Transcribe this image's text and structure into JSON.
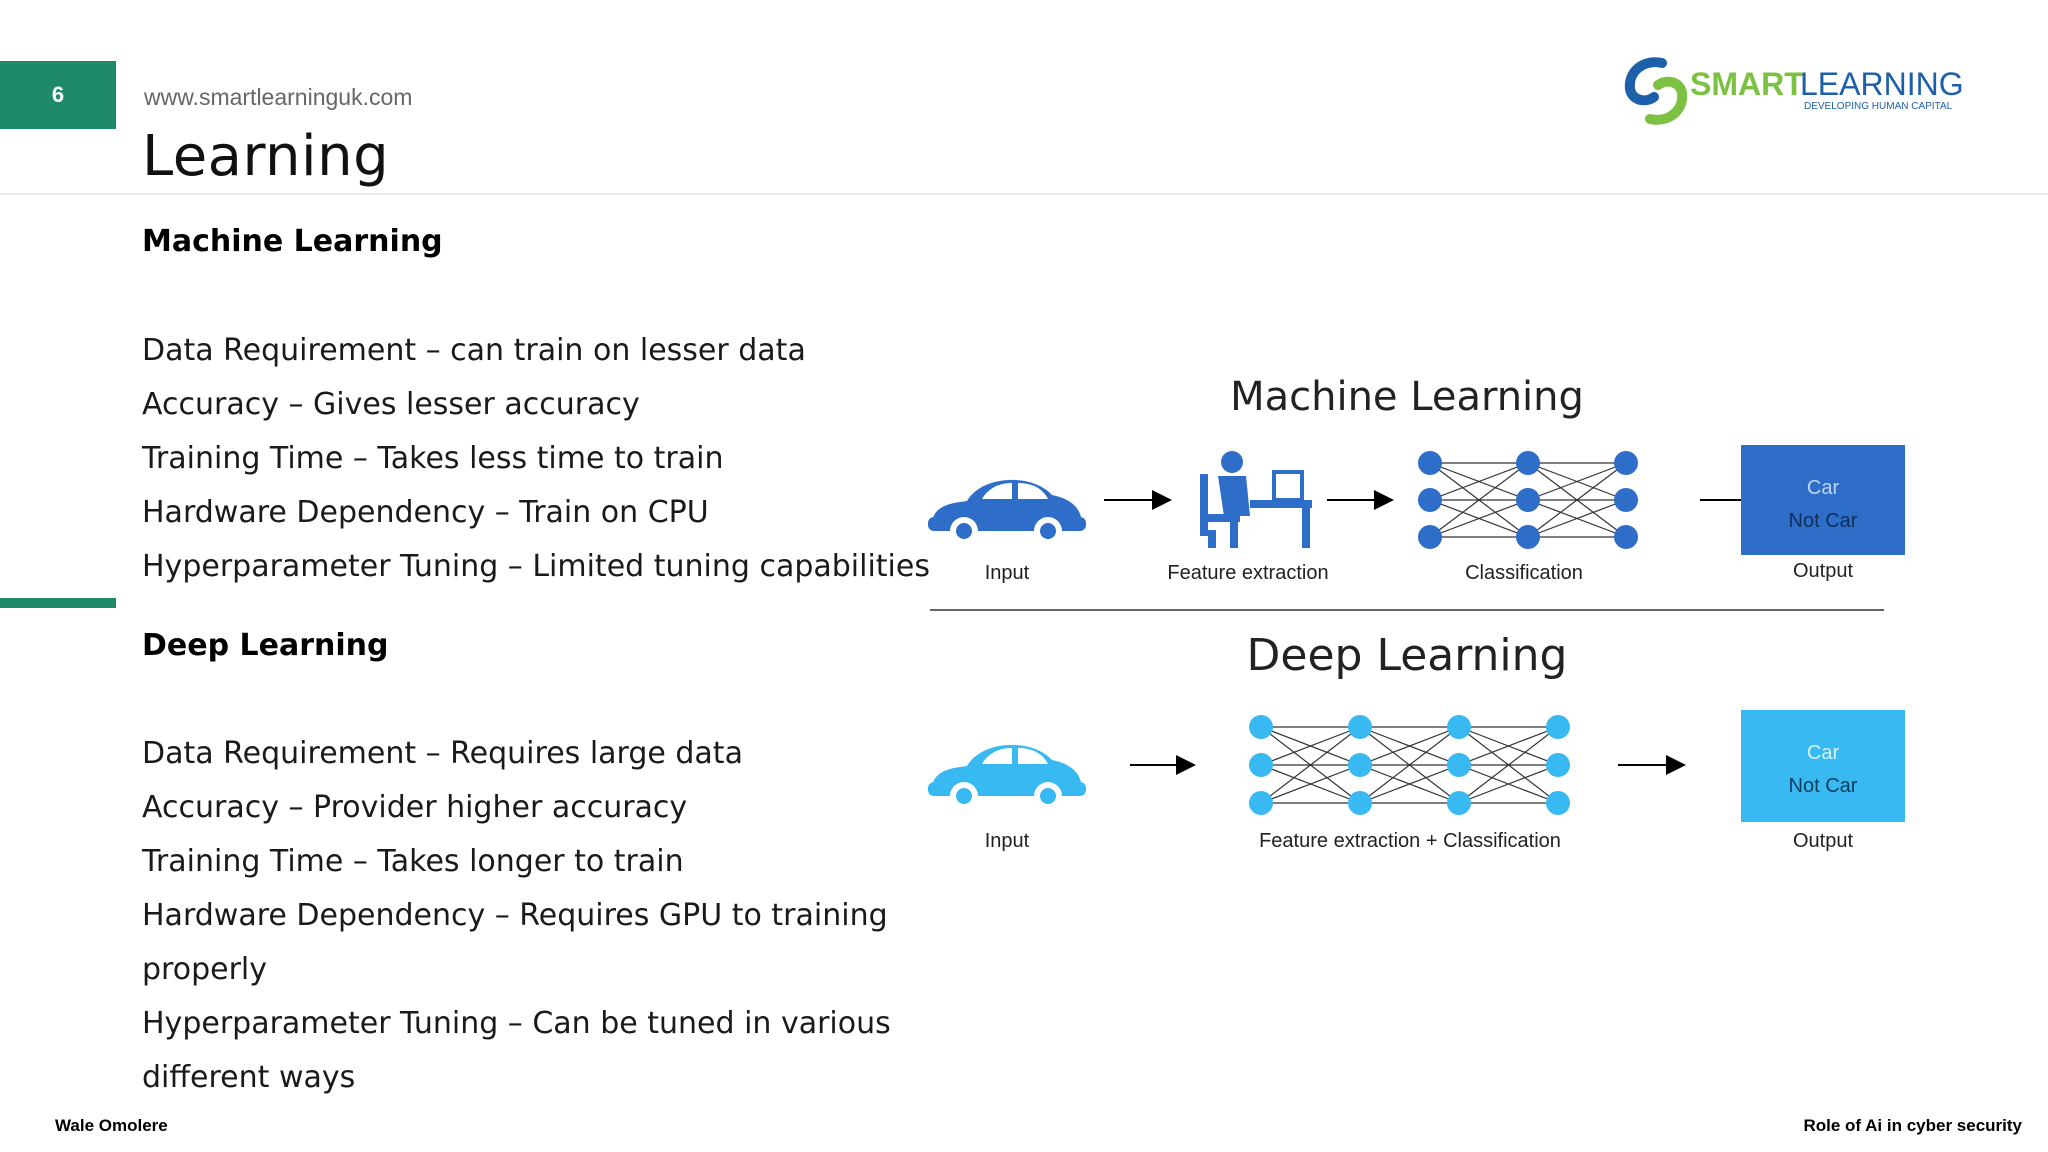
{
  "slide": {
    "number": "6",
    "website": "www.smartlearninguk.com",
    "title": "Learning"
  },
  "logo": {
    "brand_part1": "SMART",
    "brand_part2": "LEARNING",
    "tagline": "DEVELOPING HUMAN CAPITAL",
    "colors": {
      "green": "#7cc142",
      "blue": "#1d5fa8"
    }
  },
  "machine_learning": {
    "heading": "Machine Learning",
    "items": [
      "Data Requirement – can train on lesser data",
      "Accuracy – Gives lesser accuracy",
      "Training Time –  Takes less time to train",
      "Hardware Dependency – Train on CPU",
      "Hyperparameter Tuning – Limited tuning capabilities"
    ]
  },
  "deep_learning": {
    "heading": "Deep Learning",
    "items": [
      "Data Requirement – Requires large data",
      "Accuracy – Provider higher accuracy",
      "Training Time –  Takes longer to train",
      "Hardware Dependency – Requires GPU to training",
      "properly",
      "Hyperparameter Tuning – Can be tuned in various",
      "different ways"
    ]
  },
  "diagram": {
    "ml": {
      "title": "Machine Learning",
      "input_label": "Input",
      "feature_label": "Feature extraction",
      "classification_label": "Classification",
      "output_label": "Output",
      "output_lines": [
        "Car",
        "Not Car"
      ],
      "color": "#2f6ec8"
    },
    "dl": {
      "title": "Deep Learning",
      "input_label": "Input",
      "combined_label": "Feature extraction + Classification",
      "output_label": "Output",
      "output_lines": [
        "Car",
        "Not Car"
      ],
      "color": "#39b9f2"
    }
  },
  "footer": {
    "author": "Wale  Omolere",
    "topic": "Role of Ai in cyber security"
  }
}
